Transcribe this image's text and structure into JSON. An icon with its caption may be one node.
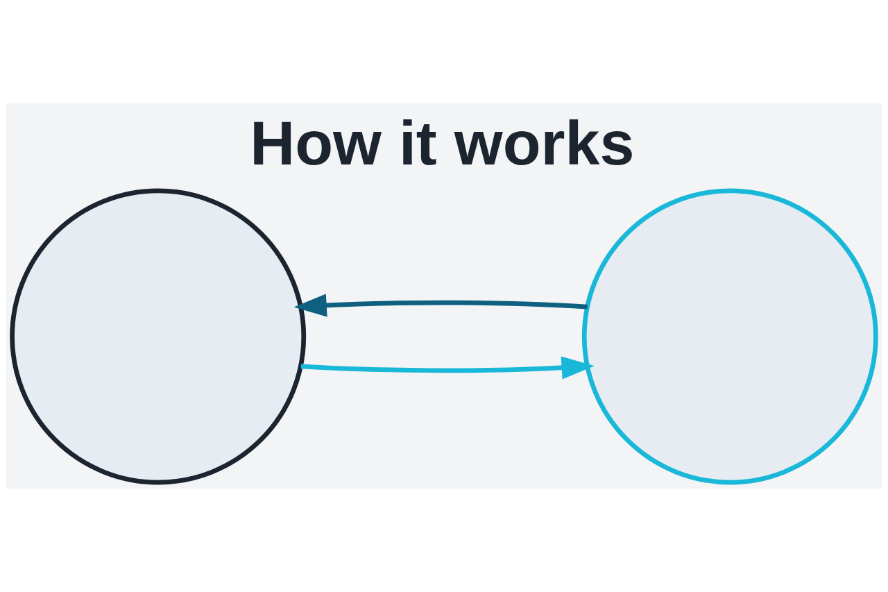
{
  "diagram": {
    "title": "How it works",
    "nodes": [
      {
        "text": [],
        "shape": "circle"
      },
      {
        "text": [],
        "shape": "circle"
      }
    ],
    "edges": [
      {
        "from": 0,
        "to": 1,
        "arrow": "to",
        "color": "#1ab8d8"
      },
      {
        "from": 1,
        "to": 0,
        "arrow": "to",
        "color": "#0f5f80"
      }
    ]
  }
}
